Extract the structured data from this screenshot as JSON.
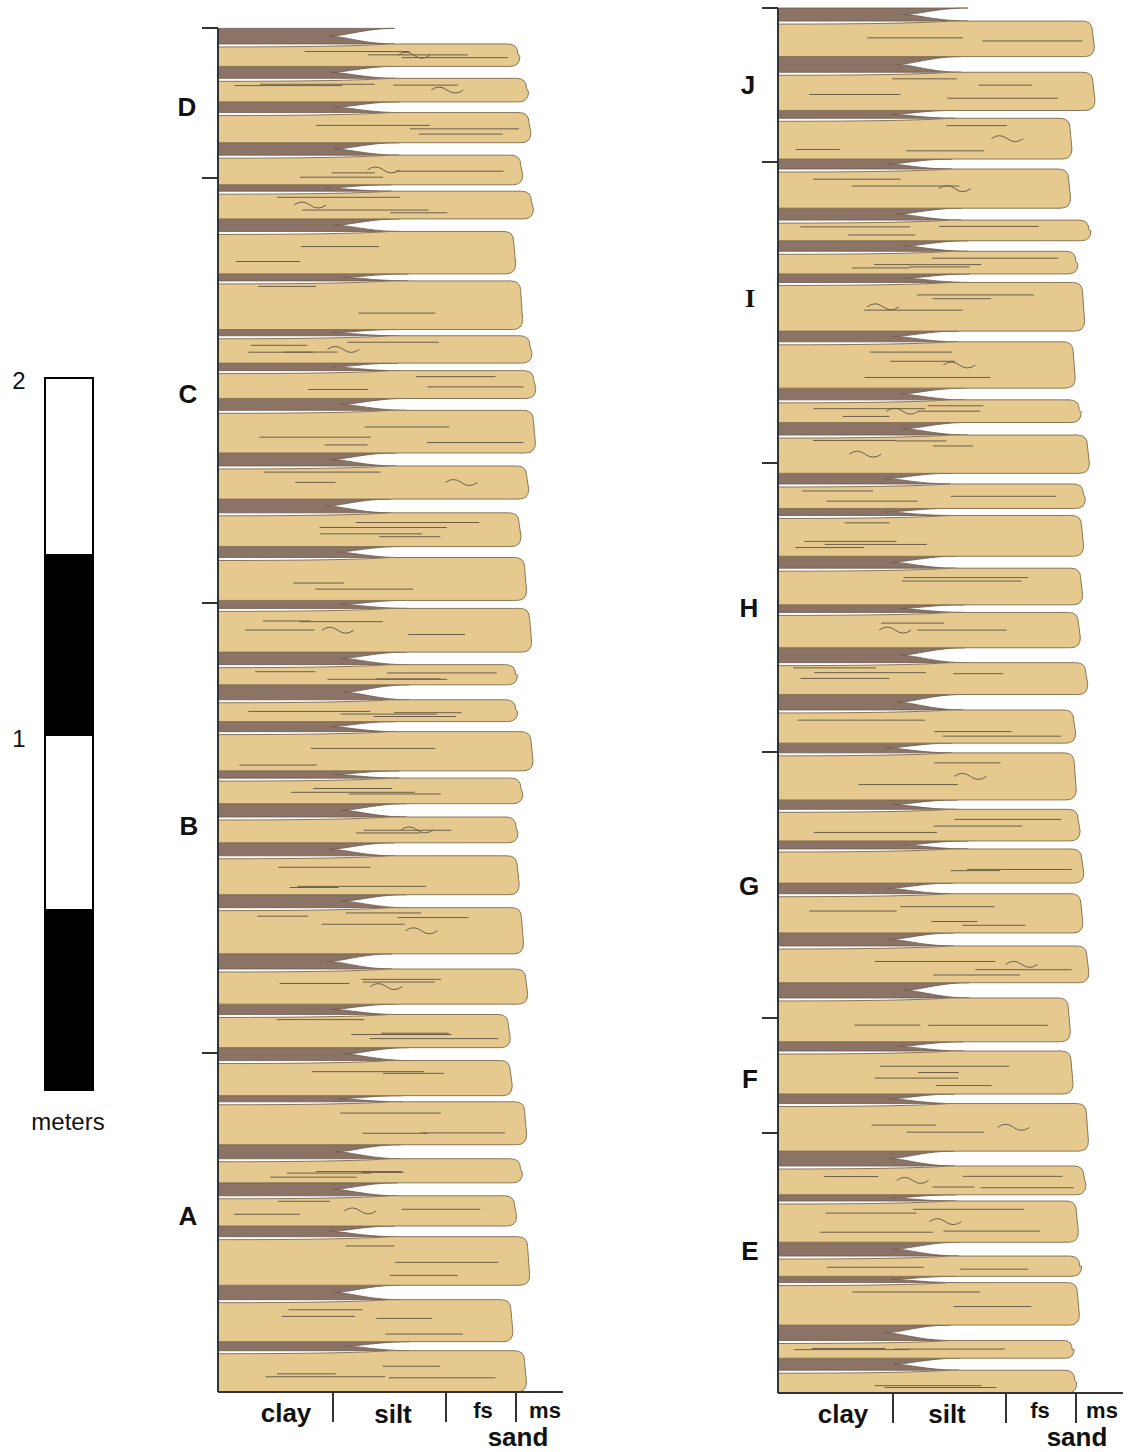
{
  "diagram": {
    "labels": [
      "2",
      "1",
      "meters",
      "D",
      "C",
      "B",
      "A",
      "clay",
      "silt",
      "fs",
      "ms",
      "sand",
      "J",
      "I",
      "H",
      "G",
      "F",
      "E",
      "clay",
      "silt",
      "fs",
      "ms",
      "sand"
    ]
  }
}
